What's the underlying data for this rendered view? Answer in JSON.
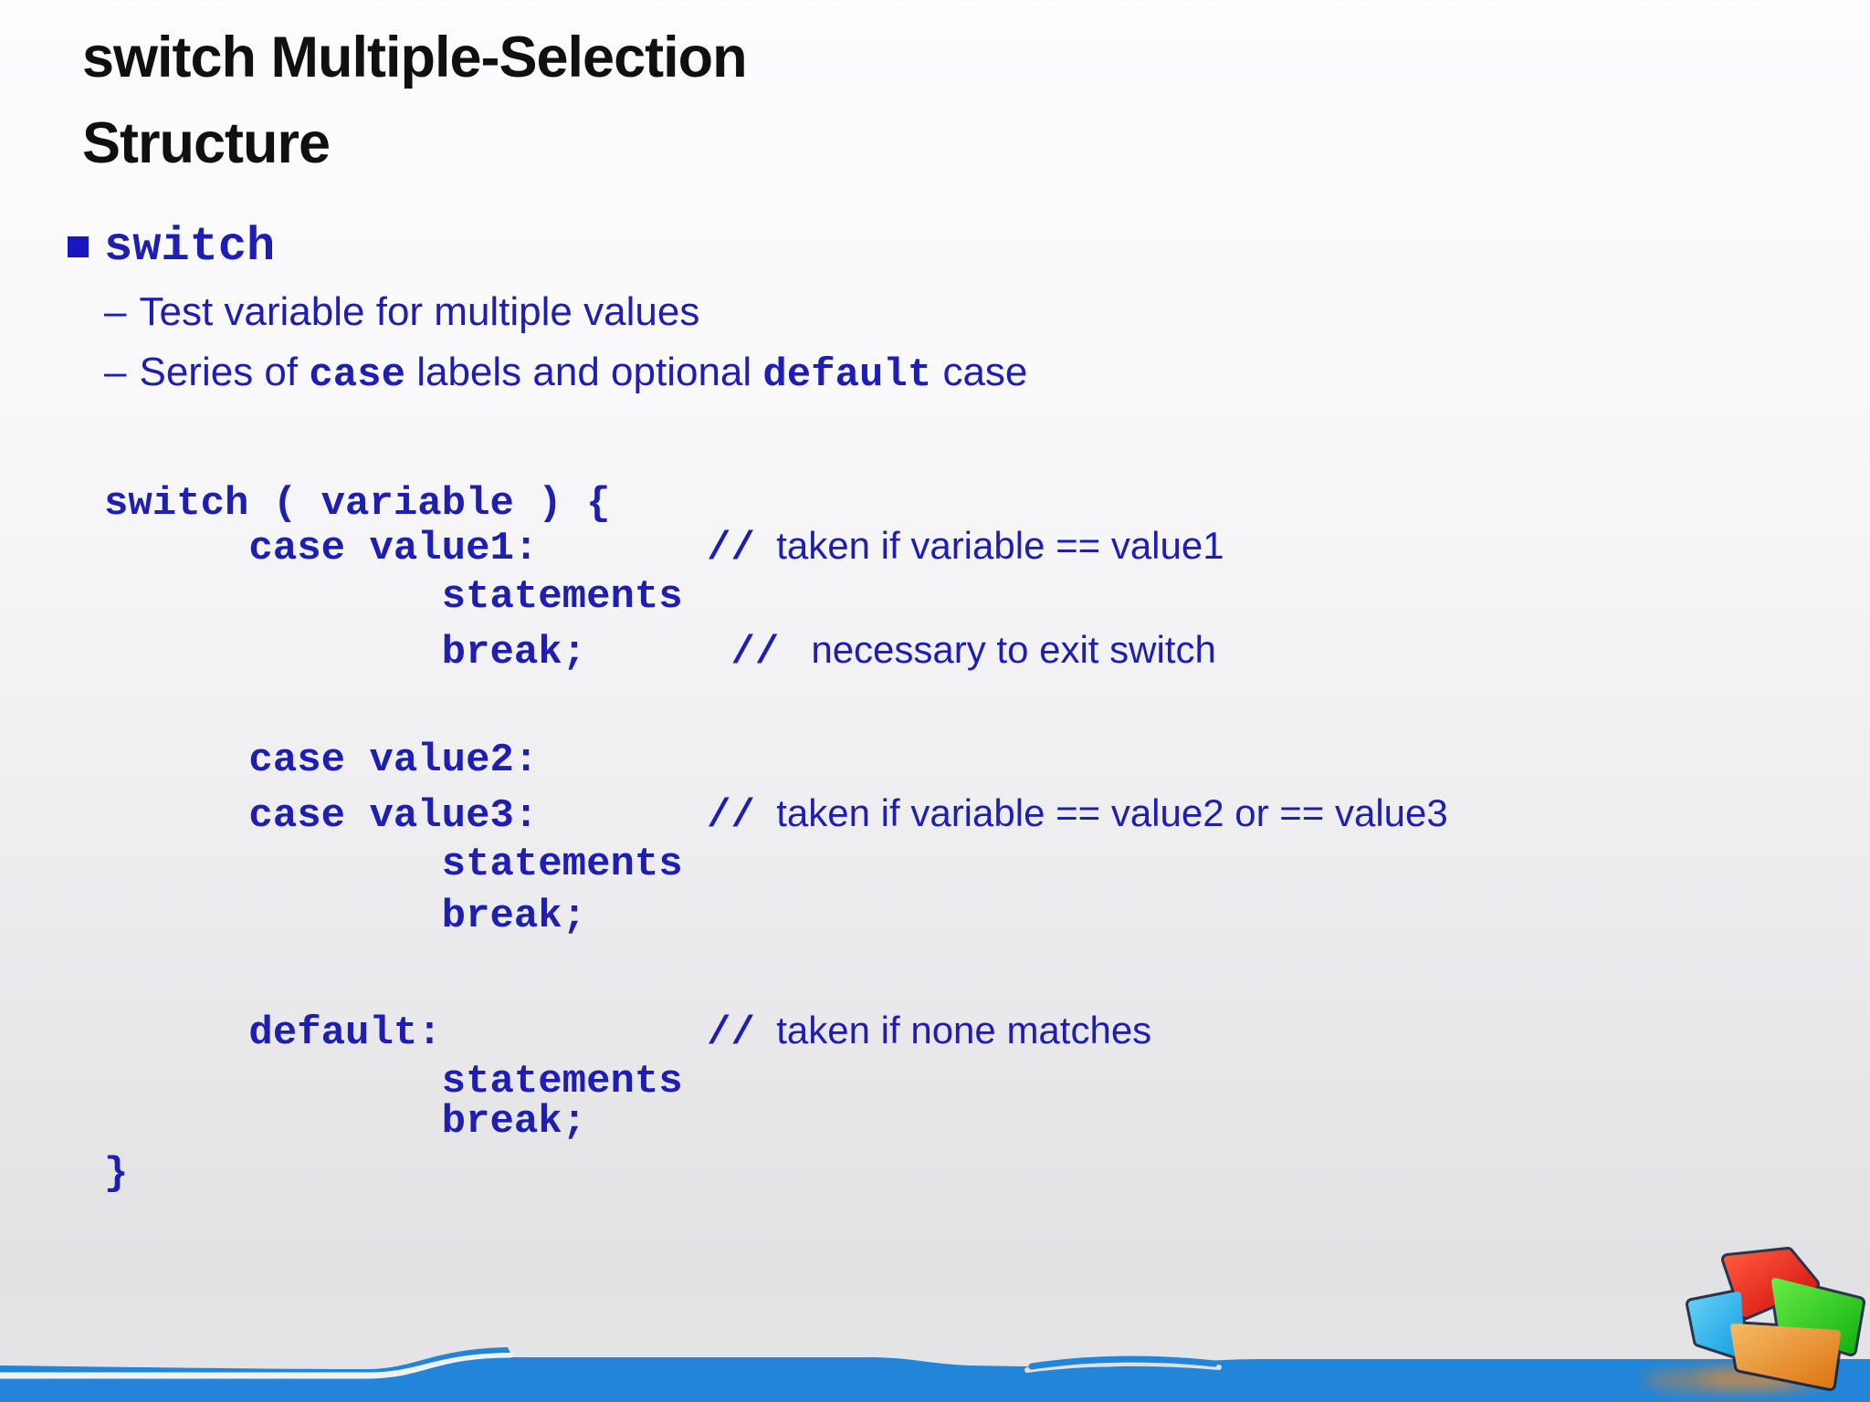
{
  "slide": {
    "title": {
      "line1": "switch Multiple-Selection",
      "line2": "Structure"
    },
    "bullets": {
      "level1": "switch",
      "dash": "–",
      "sub1": [
        {
          "style": "sans",
          "text": "Test variable for multiple values"
        }
      ],
      "sub2": [
        {
          "style": "sans",
          "text": "Series of "
        },
        {
          "style": "mono",
          "text": "case"
        },
        {
          "style": "sans",
          "text": " labels and optional "
        },
        {
          "style": "mono",
          "text": "default"
        },
        {
          "style": "sans",
          "text": " case"
        }
      ]
    },
    "code_lines": [
      {
        "code": "switch ( variable ) {"
      },
      {
        "code": "      case value1:       //",
        "comment": "  taken if variable == value1"
      },
      {
        "code": "              statements"
      },
      {
        "code": "              break;      //",
        "comment": "   necessary to exit switch"
      },
      {
        "code": ""
      },
      {
        "code": "      case value2:"
      },
      {
        "code": "      case value3:       //",
        "comment": "  taken if variable == value2 or == value3"
      },
      {
        "code": "              statements"
      },
      {
        "code": "              break;"
      },
      {
        "code": ""
      },
      {
        "code": "      default:           //",
        "comment": "  taken if none matches"
      },
      {
        "code": "              statements"
      },
      {
        "code": "              break;"
      },
      {
        "code": "}"
      }
    ]
  },
  "colors": {
    "text_blue": "#1E1EB2",
    "title_black": "#101010",
    "bullet_square_blue": "#1717C0",
    "footer_blue": "#2385D8",
    "cube_red": "#E01414",
    "cube_green": "#1EC81E",
    "cube_cyan": "#28AEE8",
    "cube_orange": "#E88A28"
  },
  "logo": {
    "name": "color-cube-logo"
  }
}
